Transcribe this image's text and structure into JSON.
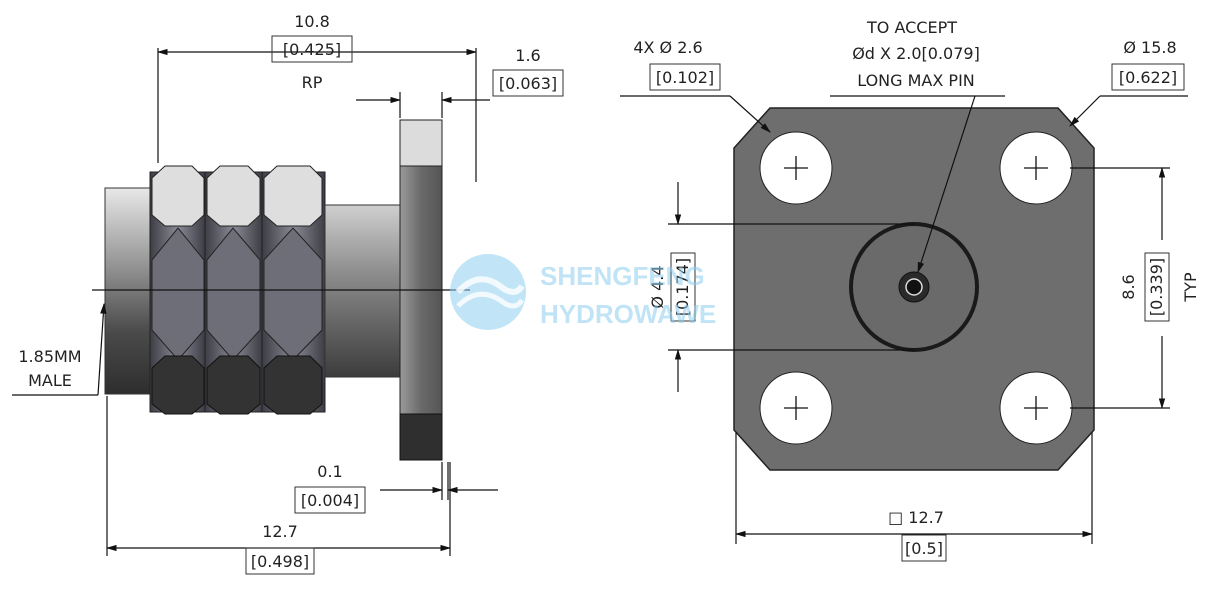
{
  "side_view": {
    "dim_overall_length": {
      "value": "10.8",
      "inch": "[0.425]",
      "note": "RP"
    },
    "dim_flange_thickness": {
      "value": "1.6",
      "inch": "[0.063]"
    },
    "dim_gap": {
      "value": "0.1",
      "inch": "[0.004]"
    },
    "dim_total_length": {
      "value": "12.7",
      "inch": "[0.498]"
    },
    "connector_label": {
      "line1": "1.85MM",
      "line2": "MALE"
    }
  },
  "front_view": {
    "hole_callout": {
      "line1": "4X  Ø 2.6",
      "line2": "[0.102]"
    },
    "pin_callout": {
      "line1": "TO ACCEPT",
      "line2": "Ød X 2.0[0.079]",
      "line3": "LONG MAX PIN"
    },
    "corner_callout": {
      "line1": "Ø 15.8",
      "line2": "[0.622]"
    },
    "dim_dielectric": {
      "value": "Ø 4.4",
      "inch": "[0.174]"
    },
    "dim_hole_spacing": {
      "value": "8.6",
      "inch": "[0.339]",
      "note": "TYP"
    },
    "dim_flange_width": {
      "value": "□ 12.7",
      "inch": "[0.5]"
    }
  },
  "watermark": {
    "line1": "SHENGFENG",
    "line2": "HYDROWAWE"
  },
  "colors": {
    "body_steel": "#8a8a8a",
    "flange_face": "#6e6e6e",
    "watermark": "#8ecff0"
  }
}
